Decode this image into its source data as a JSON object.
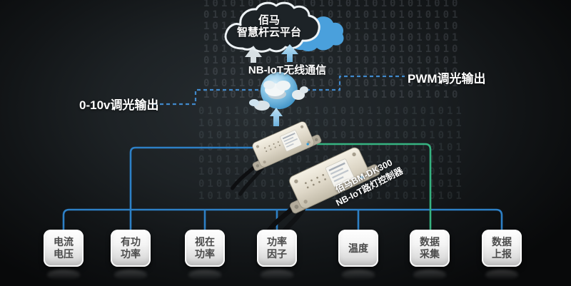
{
  "cloud_platform": {
    "line1": "佰马",
    "line2": "智慧杆云平台"
  },
  "connection": {
    "wireless_label": "NB-IoT无线通信"
  },
  "outputs": {
    "left_label": "0-10v调光输出",
    "right_label": "PWM调光输出"
  },
  "device": {
    "model_line1": "佰马BM-DK300",
    "model_line2": "NB-IoT路灯控制器"
  },
  "sensor_boxes": [
    {
      "line1": "电流",
      "line2": "电压"
    },
    {
      "line1": "有功",
      "line2": "功率"
    },
    {
      "line1": "视在",
      "line2": "功率"
    },
    {
      "line1": "功率",
      "line2": "因子"
    },
    {
      "line1": "温度",
      "line2": ""
    },
    {
      "line1": "数据",
      "line2": "采集"
    },
    {
      "line1": "数据",
      "line2": "上报"
    }
  ],
  "background": {
    "binary_row_a": "1010101010110101011010101101010101101010",
    "binary_row_b": "0101101010101101010110101010110101011010"
  },
  "colors": {
    "line_blue": "#2d80c6",
    "line_green": "#36b381",
    "dashed_blue": "#4189cb",
    "cloud_blue": "#4aa0dc",
    "cloud_outline": "#eef3f6"
  }
}
